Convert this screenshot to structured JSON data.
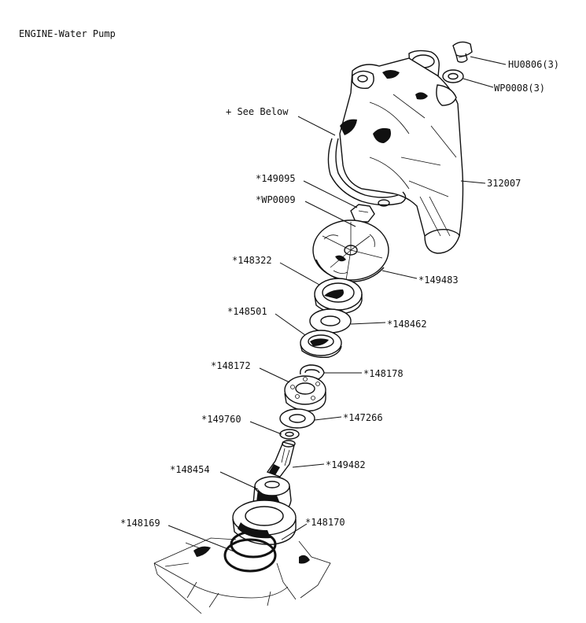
{
  "diagram": {
    "title": "ENGINE-Water Pump",
    "labels": {
      "hu0806": "HU0806(3)",
      "wp0008": "WP0008(3)",
      "see_below": "+ See Below",
      "p312007": "312007",
      "p149095": "*149095",
      "wp0009": "*WP0009",
      "p148322": "*148322",
      "p149483": "*149483",
      "p148501": "*148501",
      "p148462": "*148462",
      "p148172": "*148172",
      "p148178": "*148178",
      "p149760": "*149760",
      "p147266": "*147266",
      "p148454": "*148454",
      "p149482": "*149482",
      "p148169": "*148169",
      "p148170": "*148170"
    }
  }
}
